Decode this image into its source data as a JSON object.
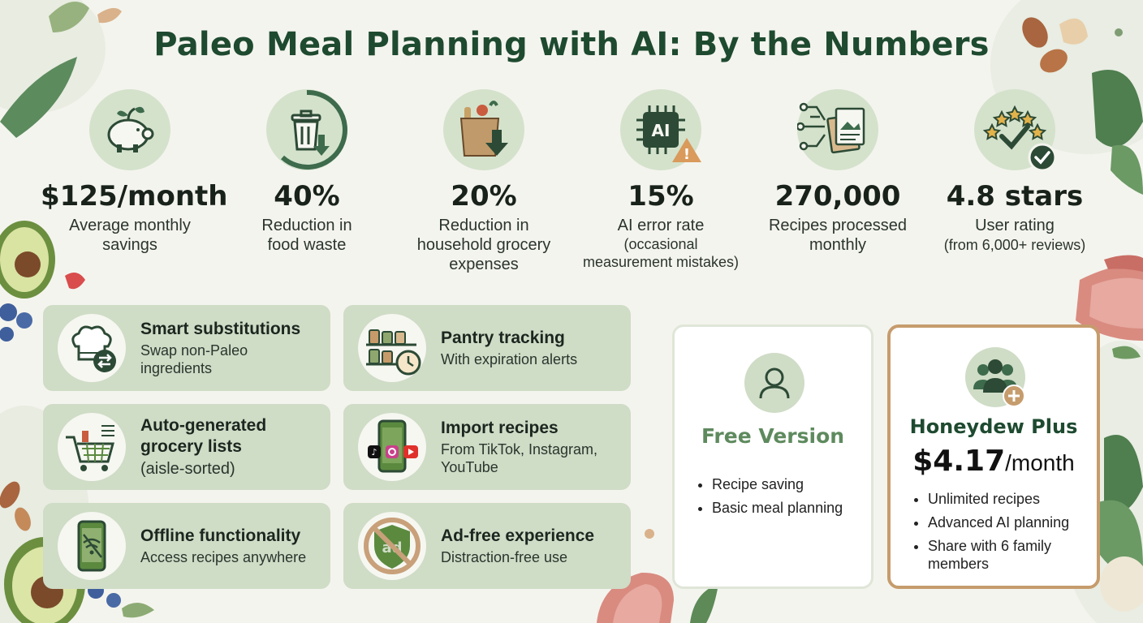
{
  "title": "Paleo Meal Planning with AI: By the Numbers",
  "stats": [
    {
      "icon": "piggy-bank-icon",
      "value": "$125/month",
      "label_lines": [
        "Average monthly",
        "savings"
      ]
    },
    {
      "icon": "trash-can-icon",
      "value": "40%",
      "label_lines": [
        "Reduction in",
        "food waste"
      ]
    },
    {
      "icon": "grocery-bag-icon",
      "value": "20%",
      "label_lines": [
        "Reduction in",
        "household grocery",
        "expenses"
      ]
    },
    {
      "icon": "ai-chip-warning-icon",
      "value": "15%",
      "label_lines": [
        "AI error rate",
        "(occasional",
        "measurement mistakes)"
      ]
    },
    {
      "icon": "recipe-network-icon",
      "value": "270,000",
      "label_lines": [
        "Recipes processed",
        "monthly"
      ]
    },
    {
      "icon": "stars-check-icon",
      "value": "4.8 stars",
      "label_lines": [
        "User rating",
        "(from 6,000+ reviews)"
      ]
    }
  ],
  "features": [
    {
      "icon": "chef-hat-swap-icon",
      "title_lines": [
        "Smart substitutions"
      ],
      "desc_lines": [
        "Swap non-Paleo",
        "ingredients"
      ]
    },
    {
      "icon": "pantry-shelf-clock-icon",
      "title_lines": [
        "Pantry tracking"
      ],
      "desc_lines": [
        "With expiration alerts"
      ]
    },
    {
      "icon": "shopping-cart-list-icon",
      "title_lines": [
        "Auto-generated",
        "grocery lists"
      ],
      "desc_lines": [
        "(aisle-sorted)"
      ]
    },
    {
      "icon": "phone-social-icon",
      "title_lines": [
        "Import recipes"
      ],
      "desc_lines": [
        "From TikTok, Instagram,",
        "YouTube"
      ]
    },
    {
      "icon": "phone-offline-icon",
      "title_lines": [
        "Offline functionality"
      ],
      "desc_lines": [
        "Access recipes anywhere"
      ]
    },
    {
      "icon": "ad-block-icon",
      "title_lines": [
        "Ad-free experience"
      ],
      "desc_lines": [
        "Distraction-free use"
      ]
    }
  ],
  "plans": {
    "free": {
      "icon": "user-icon",
      "name": "Free Version",
      "items": [
        "Recipe saving",
        "Basic meal planning"
      ]
    },
    "plus": {
      "icon": "family-plus-icon",
      "name": "Honeydew Plus",
      "price": "$4.17",
      "period": "/month",
      "items": [
        "Unlimited recipes",
        "Advanced AI planning",
        "Share with 6 family members"
      ],
      "item_lines": [
        [
          "Unlimited recipes"
        ],
        [
          "Advanced AI planning"
        ],
        [
          "Share with 6 family",
          "members"
        ]
      ]
    }
  },
  "colors": {
    "title": "#1e4a30",
    "accent_green": "#3d6b4c",
    "panel_green": "#cfdcc6",
    "plus_border": "#c69c6d",
    "free_border": "#dfe6d8"
  }
}
